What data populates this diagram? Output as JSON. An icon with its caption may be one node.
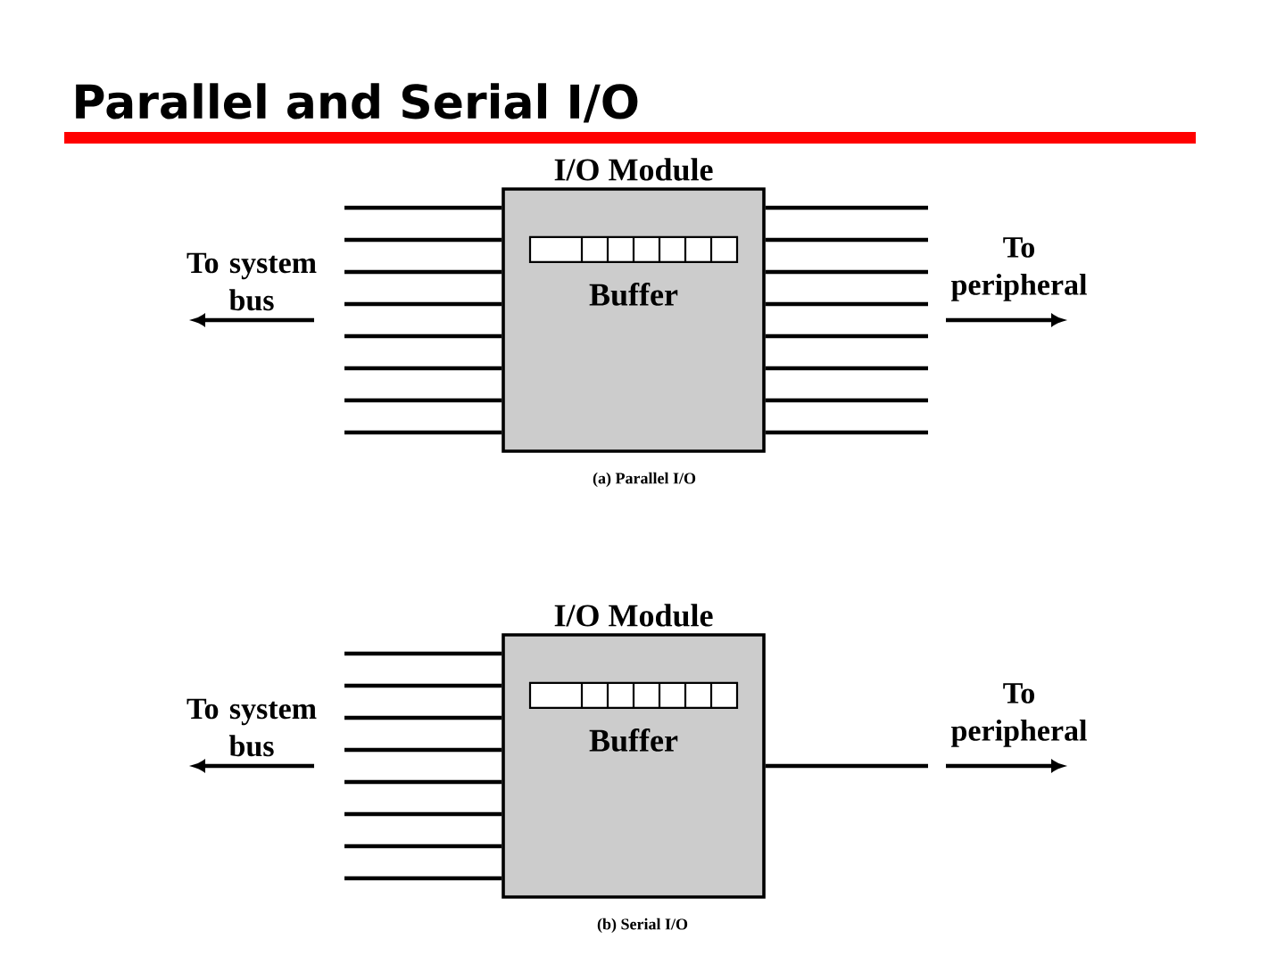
{
  "diagram": {
    "title": "Parallel and Serial I/O",
    "nodes": [
      {
        "text": [
          "I/O Module"
        ]
      },
      {
        "text": [
          "Buffer"
        ],
        "in": 0
      },
      {
        "text": [
          "I/O Module"
        ]
      },
      {
        "text": [
          "Buffer"
        ],
        "in": 2
      }
    ],
    "edges": [
      {
        "from": null,
        "to": 0,
        "arrow": "none"
      },
      {
        "from": null,
        "to": 0,
        "arrow": "none"
      },
      {
        "from": null,
        "to": 0,
        "arrow": "none"
      },
      {
        "from": null,
        "to": 0,
        "arrow": "none"
      },
      {
        "from": null,
        "to": 0,
        "arrow": "none"
      },
      {
        "from": null,
        "to": 0,
        "arrow": "none"
      },
      {
        "from": null,
        "to": 0,
        "arrow": "none"
      },
      {
        "from": null,
        "to": 0,
        "arrow": "none"
      },
      {
        "from": 0,
        "to": null,
        "arrow": "none"
      },
      {
        "from": 0,
        "to": null,
        "arrow": "none"
      },
      {
        "from": 0,
        "to": null,
        "arrow": "none"
      },
      {
        "from": 0,
        "to": null,
        "arrow": "none"
      },
      {
        "from": 0,
        "to": null,
        "arrow": "none"
      },
      {
        "from": 0,
        "to": null,
        "arrow": "none"
      },
      {
        "from": 0,
        "to": null,
        "arrow": "none"
      },
      {
        "from": 0,
        "to": null,
        "arrow": "none"
      },
      {
        "from": null,
        "to": 2,
        "arrow": "none"
      },
      {
        "from": null,
        "to": 2,
        "arrow": "none"
      },
      {
        "from": null,
        "to": 2,
        "arrow": "none"
      },
      {
        "from": null,
        "to": 2,
        "arrow": "none"
      },
      {
        "from": null,
        "to": 2,
        "arrow": "none"
      },
      {
        "from": null,
        "to": 2,
        "arrow": "none"
      },
      {
        "from": null,
        "to": 2,
        "arrow": "none"
      },
      {
        "from": null,
        "to": 2,
        "arrow": "none"
      },
      {
        "from": 2,
        "to": null,
        "arrow": "none"
      }
    ],
    "labels": [
      "To system bus",
      "To peripheral",
      "(a) Parallel I/O",
      "To system bus",
      "To peripheral",
      "(b) Serial I/O"
    ]
  }
}
